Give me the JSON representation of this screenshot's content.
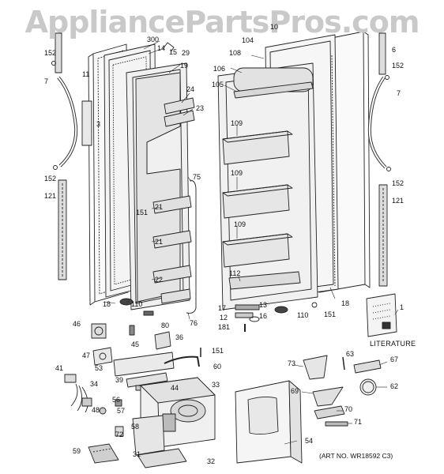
{
  "watermark": "AppliancePartsPros.com",
  "literature_label": "LITERATURE",
  "art_number": "(ART NO. WR18592 C3)",
  "callouts": [
    {
      "id": "c300",
      "text": "300"
    },
    {
      "id": "c14",
      "text": "14"
    },
    {
      "id": "c15",
      "text": "15"
    },
    {
      "id": "c29",
      "text": "29"
    },
    {
      "id": "c152a",
      "text": "152"
    },
    {
      "id": "c7a",
      "text": "7"
    },
    {
      "id": "c11",
      "text": "11"
    },
    {
      "id": "c3",
      "text": "3"
    },
    {
      "id": "c19",
      "text": "19"
    },
    {
      "id": "c24",
      "text": "24"
    },
    {
      "id": "c23",
      "text": "23"
    },
    {
      "id": "c152b",
      "text": "152"
    },
    {
      "id": "c121a",
      "text": "121"
    },
    {
      "id": "c75",
      "text": "75"
    },
    {
      "id": "c151a",
      "text": "151"
    },
    {
      "id": "c21a",
      "text": "21"
    },
    {
      "id": "c21b",
      "text": "21"
    },
    {
      "id": "c22",
      "text": "22"
    },
    {
      "id": "c18a",
      "text": "18"
    },
    {
      "id": "c110a",
      "text": "110"
    },
    {
      "id": "c76",
      "text": "76"
    },
    {
      "id": "c80",
      "text": "80"
    },
    {
      "id": "c104",
      "text": "104"
    },
    {
      "id": "c10",
      "text": "10"
    },
    {
      "id": "c108",
      "text": "108"
    },
    {
      "id": "c106",
      "text": "106"
    },
    {
      "id": "c105",
      "text": "105"
    },
    {
      "id": "c109a",
      "text": "109"
    },
    {
      "id": "c109b",
      "text": "109"
    },
    {
      "id": "c109c",
      "text": "109"
    },
    {
      "id": "c112",
      "text": "112"
    },
    {
      "id": "c6",
      "text": "6"
    },
    {
      "id": "c152c",
      "text": "152"
    },
    {
      "id": "c7b",
      "text": "7"
    },
    {
      "id": "c152d",
      "text": "152"
    },
    {
      "id": "c121b",
      "text": "121"
    },
    {
      "id": "c18b",
      "text": "18"
    },
    {
      "id": "c151b",
      "text": "151"
    },
    {
      "id": "c110b",
      "text": "110"
    },
    {
      "id": "c17",
      "text": "17"
    },
    {
      "id": "c13",
      "text": "13"
    },
    {
      "id": "c12",
      "text": "12"
    },
    {
      "id": "c16",
      "text": "16"
    },
    {
      "id": "c181",
      "text": "181"
    },
    {
      "id": "c1",
      "text": "1"
    },
    {
      "id": "c46",
      "text": "46"
    },
    {
      "id": "c45",
      "text": "45"
    },
    {
      "id": "c36",
      "text": "36"
    },
    {
      "id": "c47",
      "text": "47"
    },
    {
      "id": "c151c",
      "text": "151"
    },
    {
      "id": "c53",
      "text": "53"
    },
    {
      "id": "c60",
      "text": "60"
    },
    {
      "id": "c41",
      "text": "41"
    },
    {
      "id": "c39",
      "text": "39"
    },
    {
      "id": "c44",
      "text": "44"
    },
    {
      "id": "c33",
      "text": "33"
    },
    {
      "id": "c34",
      "text": "34"
    },
    {
      "id": "c48",
      "text": "48"
    },
    {
      "id": "c56",
      "text": "56"
    },
    {
      "id": "c57",
      "text": "57"
    },
    {
      "id": "c58",
      "text": "58"
    },
    {
      "id": "c72",
      "text": "72"
    },
    {
      "id": "c59",
      "text": "59"
    },
    {
      "id": "c31",
      "text": "31"
    },
    {
      "id": "c32",
      "text": "32"
    },
    {
      "id": "c73",
      "text": "73"
    },
    {
      "id": "c63",
      "text": "63"
    },
    {
      "id": "c67",
      "text": "67"
    },
    {
      "id": "c62",
      "text": "62"
    },
    {
      "id": "c69",
      "text": "69"
    },
    {
      "id": "c70",
      "text": "70"
    },
    {
      "id": "c71",
      "text": "71"
    },
    {
      "id": "c54",
      "text": "54"
    }
  ]
}
